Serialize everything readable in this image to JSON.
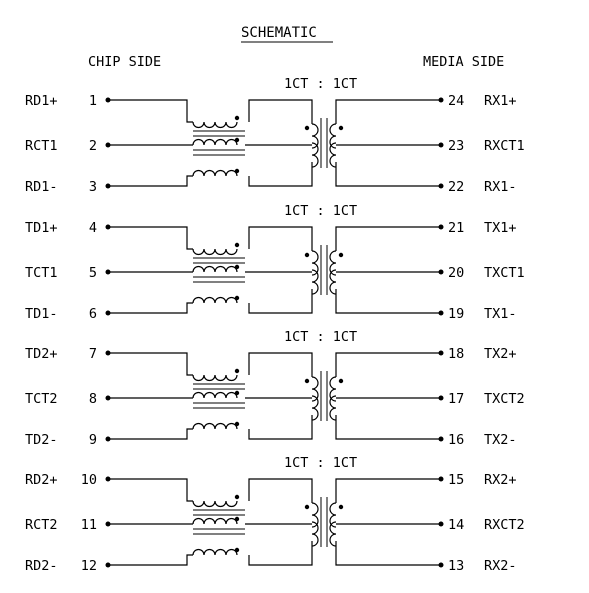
{
  "title": "SCHEMATIC",
  "chip_side_label": "CHIP SIDE",
  "media_side_label": "MEDIA SIDE",
  "channels": [
    {
      "ratio_label": "1CT : 1CT",
      "left": [
        {
          "signal": "RD1+",
          "pin": "1"
        },
        {
          "signal": "RCT1",
          "pin": "2"
        },
        {
          "signal": "RD1-",
          "pin": "3"
        }
      ],
      "right": [
        {
          "pin": "24",
          "signal": "RX1+"
        },
        {
          "pin": "23",
          "signal": "RXCT1"
        },
        {
          "pin": "22",
          "signal": "RX1-"
        }
      ]
    },
    {
      "ratio_label": "1CT : 1CT",
      "left": [
        {
          "signal": "TD1+",
          "pin": "4"
        },
        {
          "signal": "TCT1",
          "pin": "5"
        },
        {
          "signal": "TD1-",
          "pin": "6"
        }
      ],
      "right": [
        {
          "pin": "21",
          "signal": "TX1+"
        },
        {
          "pin": "20",
          "signal": "TXCT1"
        },
        {
          "pin": "19",
          "signal": "TX1-"
        }
      ]
    },
    {
      "ratio_label": "1CT : 1CT",
      "left": [
        {
          "signal": "TD2+",
          "pin": "7"
        },
        {
          "signal": "TCT2",
          "pin": "8"
        },
        {
          "signal": "TD2-",
          "pin": "9"
        }
      ],
      "right": [
        {
          "pin": "18",
          "signal": "TX2+"
        },
        {
          "pin": "17",
          "signal": "TXCT2"
        },
        {
          "pin": "16",
          "signal": "TX2-"
        }
      ]
    },
    {
      "ratio_label": "1CT : 1CT",
      "left": [
        {
          "signal": "RD2+",
          "pin": "10"
        },
        {
          "signal": "RCT2",
          "pin": "11"
        },
        {
          "signal": "RD2-",
          "pin": "12"
        }
      ],
      "right": [
        {
          "pin": "15",
          "signal": "RX2+"
        },
        {
          "pin": "14",
          "signal": "RXCT2"
        },
        {
          "pin": "13",
          "signal": "RX2-"
        }
      ]
    }
  ]
}
